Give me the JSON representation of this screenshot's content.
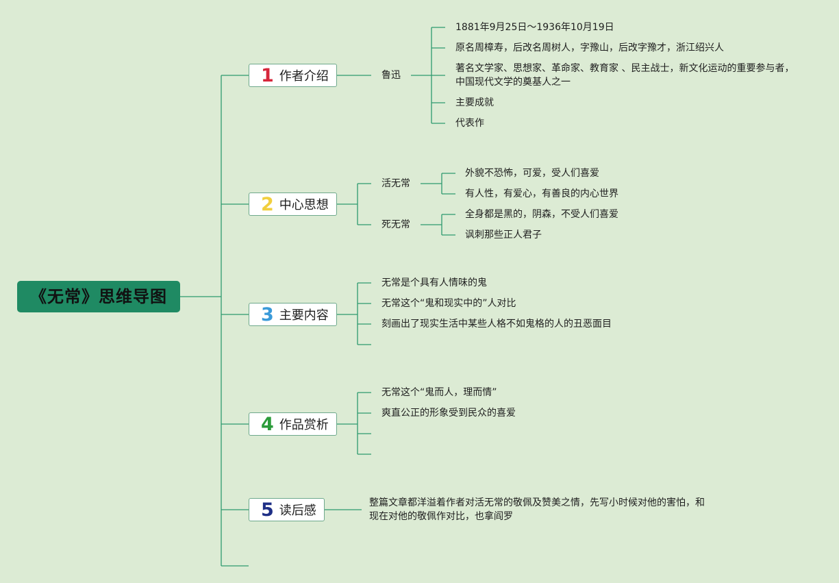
{
  "colors": {
    "background": "#dcebd4",
    "root_fill": "#1f8a63",
    "line": "#2d9a6e",
    "num1": "#d6263b",
    "num2": "#f1cf3e",
    "num3": "#3a9ad9",
    "num4": "#2b9b3a",
    "num5": "#1e2f86"
  },
  "root": {
    "title": "《无常》思维导图"
  },
  "sections": [
    {
      "num": "1",
      "label": "作者介绍",
      "sub": "鲁迅",
      "items": [
        "1881年9月25日～1936年10月19日",
        "原名周樟寿，后改名周树人，字豫山，后改字豫才，浙江绍兴人",
        "著名文学家、思想家、革命家、教育家 、民主战士，新文化运动的重要参与者，",
        "中国现代文学的奠基人之一",
        "主要成就",
        "代表作"
      ]
    },
    {
      "num": "2",
      "label": "中心思想",
      "subs": [
        {
          "label": "活无常",
          "items": [
            "外貌不恐怖，可爱，受人们喜爱",
            "有人性，有爱心，有善良的内心世界"
          ]
        },
        {
          "label": "死无常",
          "items": [
            "全身都是黑的，阴森，不受人们喜爱",
            "讽刺那些正人君子"
          ]
        }
      ]
    },
    {
      "num": "3",
      "label": "主要内容",
      "items": [
        "无常是个具有人情味的鬼",
        "无常这个“鬼和现实中的”人对比",
        "刻画出了现实生活中某些人格不如鬼格的人的丑恶面目"
      ]
    },
    {
      "num": "4",
      "label": "作品赏析",
      "items": [
        "无常这个“鬼而人，理而情”",
        "爽直公正的形象受到民众的喜爱"
      ]
    },
    {
      "num": "5",
      "label": "读后感",
      "items": [
        "整篇文章都洋溢着作者对活无常的敬佩及赞美之情，先写小时候对他的害怕，和",
        "现在对他的敬佩作对比，也拿阎罗"
      ]
    }
  ]
}
